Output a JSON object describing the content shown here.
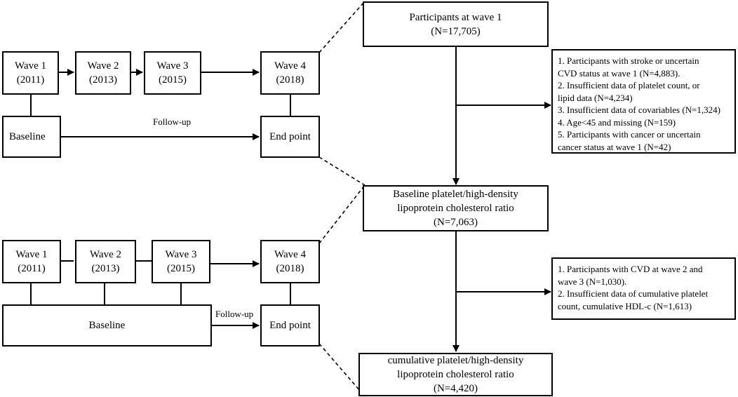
{
  "top_timeline": {
    "wave1": [
      "Wave 1",
      "(2011)"
    ],
    "wave2": [
      "Wave 2",
      "(2013)"
    ],
    "wave3": [
      "Wave 3",
      "(2015)"
    ],
    "wave4": [
      "Wave 4",
      "(2018)"
    ],
    "baseline": "Baseline",
    "end_point": "End point",
    "follow_up": "Follow-up"
  },
  "bottom_timeline": {
    "wave1": [
      "Wave 1",
      "(2011)"
    ],
    "wave2": [
      "Wave 2",
      "(2013)"
    ],
    "wave3": [
      "Wave 3",
      "(2015)"
    ],
    "wave4": [
      "Wave 4",
      "(2018)"
    ],
    "baseline": "Baseline",
    "end_point": "End point",
    "follow_up": "Follow-up"
  },
  "flow": {
    "participants": [
      "Participants at wave 1",
      "(N=17,705)"
    ],
    "baseline_ratio": [
      "Baseline platelet/high-density",
      "lipoprotein cholesterol ratio",
      "(N=7,063)"
    ],
    "cumulative_ratio": [
      "cumulative platelet/high-density",
      "lipoprotein cholesterol ratio",
      "(N=4,420)"
    ]
  },
  "exclusions_1": [
    "1. Participants with stroke or uncertain",
    "CVD status at wave 1 (N=4,883).",
    "2. Insufficient data of platelet count, or",
    "lipid data (N=4,234)",
    "3. Insufficient data of covariables (N=1,324)",
    "4. Age<45 and missing (N=159)",
    "5. Participants with cancer or uncertain",
    "cancer status at wave 1 (N=42)"
  ],
  "exclusions_2": [
    "1. Participants with CVD  at wave 2 and",
    "wave 3 (N=1,030).",
    "2. Insufficient data of cumulative platelet",
    "count, cumulative HDL-c (N=1,613)"
  ]
}
